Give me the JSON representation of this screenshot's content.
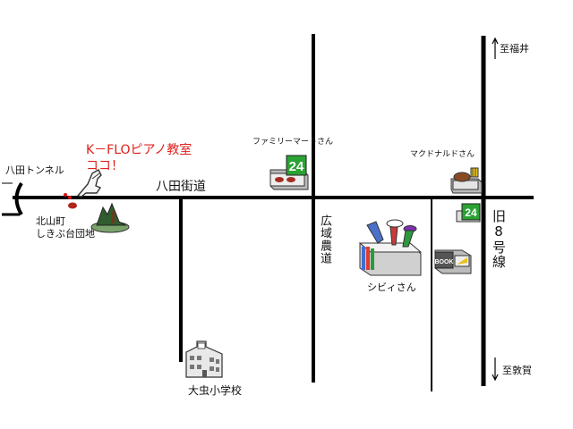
{
  "labels": {
    "tunnel": "八田トンネル",
    "housing_line1": "北山町",
    "housing_line2": "しきぶ台団地",
    "school_line1": "K－FLOピアノ教室",
    "school_line2": "ココ！",
    "hatta_road": "八田街道",
    "family_mart": "ファミリーマートさん",
    "farm_road": "広域農道",
    "mcdonalds": "マクドナルドさん",
    "route8": "旧8号線",
    "fukui": "至福井",
    "tsuruga": "至敦賀",
    "city_store": "シビィさん",
    "elementary": "大虫小学校",
    "store_24_a": "24",
    "store_24_b": "24",
    "book": "BOOK"
  },
  "colors": {
    "road": "#000000",
    "school_text": "#e0201c",
    "store_green": "#2ba334"
  },
  "icons": [
    "pointing-hand-icon",
    "tree-icon",
    "convenience-store-icon",
    "burger-shop-icon",
    "shopping-mall-icon",
    "bookstore-icon",
    "school-building-icon"
  ]
}
